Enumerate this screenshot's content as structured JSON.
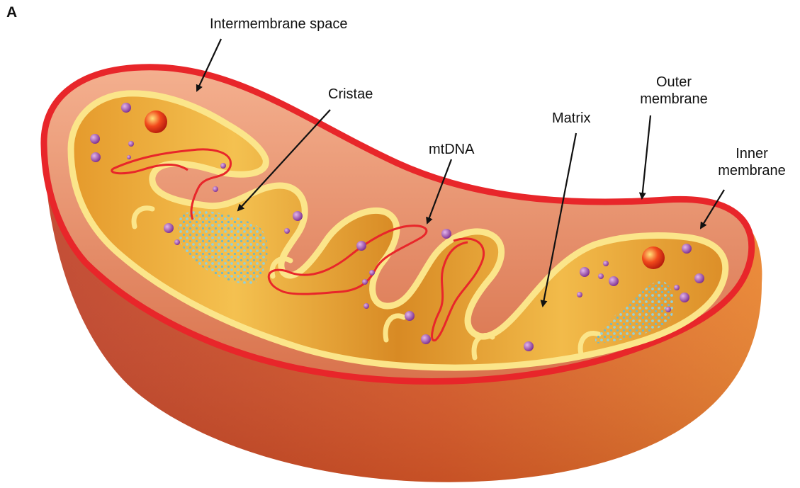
{
  "figure": {
    "panel_letter": "A",
    "labels": {
      "intermembrane_space": "Intermembrane space",
      "cristae": "Cristae",
      "mtdna": "mtDNA",
      "matrix": "Matrix",
      "outer_membrane_line1": "Outer",
      "outer_membrane_line2": "membrane",
      "inner_membrane_line1": "Inner",
      "inner_membrane_line2": "membrane"
    }
  },
  "colors": {
    "outer_membrane": "#e8262a",
    "shell_dark": "#b8402a",
    "shell_light": "#f0812c",
    "intermembrane": "#f3a27e",
    "matrix_fill": "#eea93a",
    "inner_membrane": "#fbe58a",
    "dna": "#e8262a",
    "granule": "#a14fb0",
    "ribosome": "#7fc9d9"
  }
}
